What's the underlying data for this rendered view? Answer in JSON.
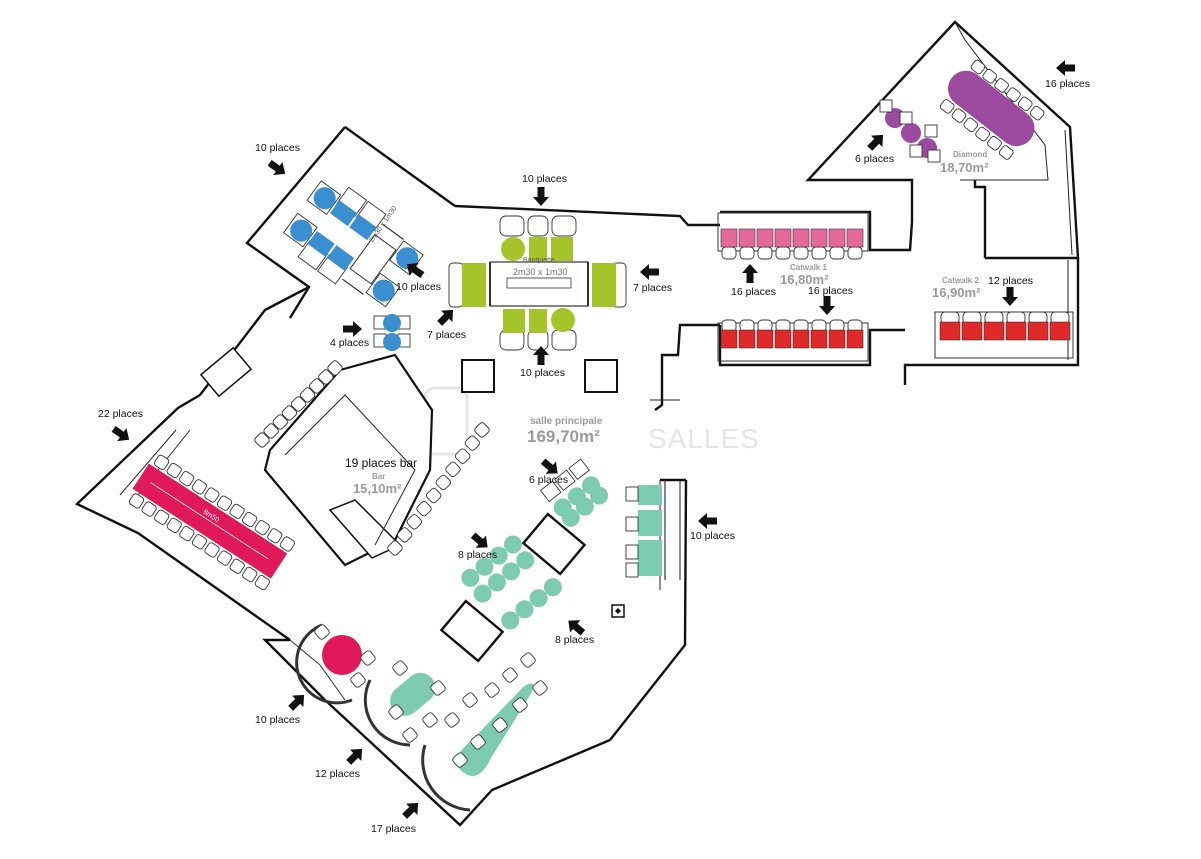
{
  "colors": {
    "blue": "#3a8fd0",
    "green": "#a4c42a",
    "pink": "#e5689a",
    "red": "#e02a2a",
    "purple": "#9b4aa0",
    "mint": "#7dcbb0",
    "magenta": "#e0195a",
    "wall": "#111111"
  },
  "rooms": {
    "main": {
      "name": "salle principale",
      "area": "169,70m²"
    },
    "bar": {
      "title": "19 places bar",
      "name": "Bar",
      "area": "15,10m²"
    },
    "catwalk1": {
      "name": "Catwalk 1",
      "area": "16,80m²"
    },
    "catwalk2": {
      "name": "Catwalk 2",
      "area": "16,90m²"
    },
    "diamond": {
      "name": "Diamond",
      "area": "18,70m²"
    }
  },
  "dimensions": {
    "green_table": "2m30 x 1m30",
    "green_small": "Banquette",
    "blue_table": "2m30 x 1m30",
    "long_table": "8m50"
  },
  "watermark": "SALLES",
  "capacity_labels": {
    "blue_top": "10 places",
    "blue_right": "10 places",
    "green_top": "10 places",
    "green_right": "7 places",
    "green_left": "7 places",
    "green_bottom": "10 places",
    "round_left": "4 places",
    "long_table": "22 places",
    "mint_pairs": "6 places",
    "mint_8a": "8 places",
    "mint_8b": "8 places",
    "mint_right": "10 places",
    "booth_1": "10 places",
    "booth_2": "12 places",
    "booth_3": "17 places",
    "catwalk1_top": "16 places",
    "catwalk1_bottom": "16 places",
    "catwalk2": "12 places",
    "diamond_left": "6 places",
    "diamond_top": "16 places"
  }
}
